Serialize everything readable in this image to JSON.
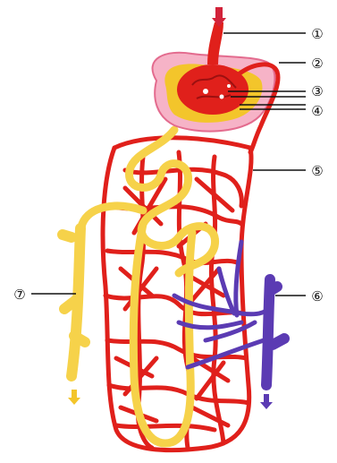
{
  "labels": [
    {
      "id": "1",
      "text": "①"
    },
    {
      "id": "2",
      "text": "②"
    },
    {
      "id": "3",
      "text": "③"
    },
    {
      "id": "4",
      "text": "④"
    },
    {
      "id": "5",
      "text": "⑤"
    },
    {
      "id": "6",
      "text": "⑥"
    },
    {
      "id": "7",
      "text": "⑦"
    }
  ],
  "colors": {
    "artery_red": "#e0201b",
    "capsule_yellow": "#f3c52b",
    "tubule_yellow": "#f6d24a",
    "vein_purple": "#5b3bb3",
    "capsule_pink": "#f6b3c7",
    "leader_line": "#111111"
  },
  "icons": [
    "down-arrow-icon"
  ]
}
